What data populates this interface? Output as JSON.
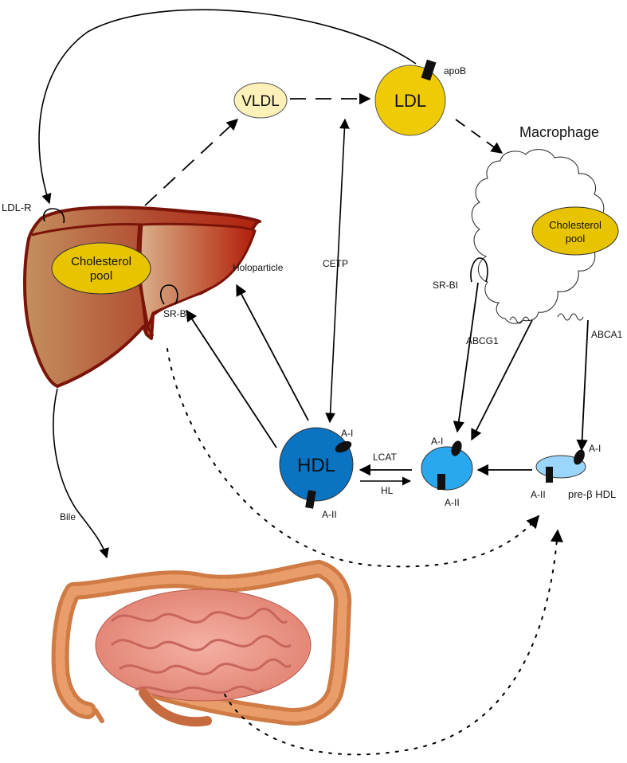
{
  "nodes": {
    "vldl": "VLDL",
    "ldl": "LDL",
    "hdl": "HDL",
    "macrophage": "Macrophage",
    "liver_pool_line1": "Cholesterol",
    "liver_pool_line2": "pool",
    "mac_pool_line1": "Cholesterol",
    "mac_pool_line2": "pool",
    "pre_beta_hdl": "pre-β HDL"
  },
  "labels": {
    "apob": "apoB",
    "ldl_r": "LDL-R",
    "sr_bi_liver": "SR-BI",
    "sr_bi_mac": "SR-BI",
    "holoparticle": "Holoparticle",
    "cetp": "CETP",
    "abcg1": "ABCG1",
    "abca1": "ABCA1",
    "lcat": "LCAT",
    "hl": "HL",
    "bile": "Bile",
    "hdl_a1": "A-I",
    "hdl_a2": "A-II",
    "mid_a1": "A-I",
    "mid_a2": "A-II",
    "pre_a1": "A-I",
    "pre_a2": "A-II"
  },
  "colors": {
    "liver_dark": "#8b1a0e",
    "liver_light": "#d9a889",
    "pool": "#e8c300",
    "ldl": "#eecb05",
    "vldl": "#fdf0b8",
    "hdl": "#0a73c2",
    "mid_hdl": "#2aa8ef",
    "pre_beta": "#9ad6fb",
    "intestine": "#e98a7a",
    "colon": "#d47a48"
  }
}
